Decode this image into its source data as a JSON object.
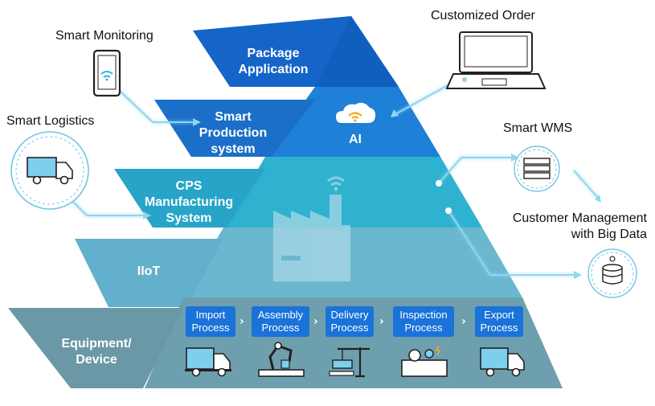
{
  "layers": {
    "package": "Package\nApplication",
    "smart_production": "Smart\nProduction\nsystem",
    "ai": "AI",
    "cps": "CPS\nManufacturing\nSystem",
    "iiot": "IIoT",
    "equipment": "Equipment/\nDevice"
  },
  "processes": [
    {
      "label": "Import\nProcess"
    },
    {
      "label": "Assembly\nProcess"
    },
    {
      "label": "Delivery\nProcess"
    },
    {
      "label": "Inspection\nProcess"
    },
    {
      "label": "Export\nProcess"
    }
  ],
  "external": {
    "smart_monitoring": "Smart Monitoring",
    "smart_logistics": "Smart Logistics",
    "customized_order": "Customized Order",
    "smart_wms": "Smart WMS",
    "customer_management": "Customer Management\nwith Big Data"
  },
  "colors": {
    "band_top": "#1565c8",
    "band_production": "#1e80d6",
    "band_cps": "#2eb2d0",
    "band_cps_mid": "#5ec4dc",
    "band_iiot": "#6bb7d0",
    "band_equipment": "#6e9fae",
    "process_box": "#1a73d9",
    "connector": "#8fd6ee"
  },
  "icons": [
    "tablet-wifi-icon",
    "truck-icon",
    "laptop-icon",
    "cloud-wifi-icon",
    "server-icon",
    "database-icon",
    "factory-icon",
    "robot-arm-icon",
    "crane-icon",
    "gears-icon"
  ]
}
